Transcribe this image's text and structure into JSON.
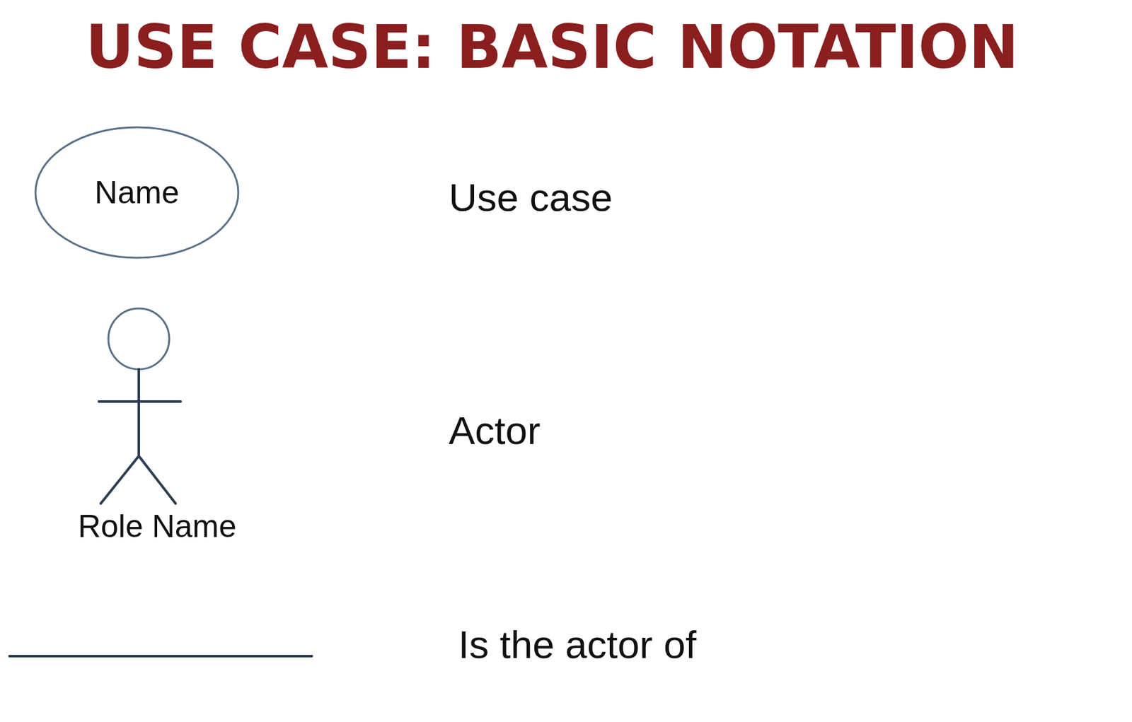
{
  "diagram": {
    "title": "USE CASE: BASIC NOTATION",
    "nodes": [
      {
        "text": [
          "Name"
        ]
      },
      {
        "text": [
          "Role Name"
        ]
      }
    ],
    "labels": [
      "Use case",
      "Actor",
      "Is the actor of"
    ]
  }
}
